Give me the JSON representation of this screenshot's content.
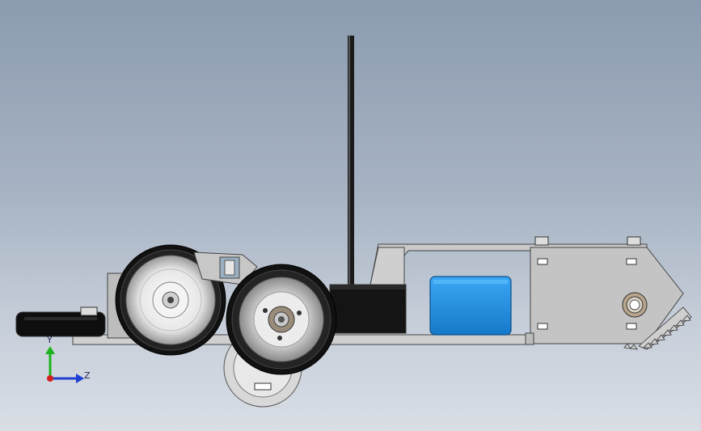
{
  "view": {
    "background_top": "#8c9bb0",
    "background_bottom": "#d9dee5"
  },
  "triad": {
    "y_label": "Y",
    "z_label": "Z",
    "y_color": "#1db31d",
    "z_color": "#1f3fd1",
    "x_color": "#d21f1f"
  },
  "parts": {
    "antenna": "antenna-mast",
    "battery": "battery-box",
    "front_wheel": "front-wheel",
    "rear_wheel": "rear-wheel",
    "gear": "sector-gear"
  },
  "colors": {
    "battery_blue": "#1e90e6",
    "frame_gray": "#c9c9c9",
    "tire_black": "#111111"
  }
}
